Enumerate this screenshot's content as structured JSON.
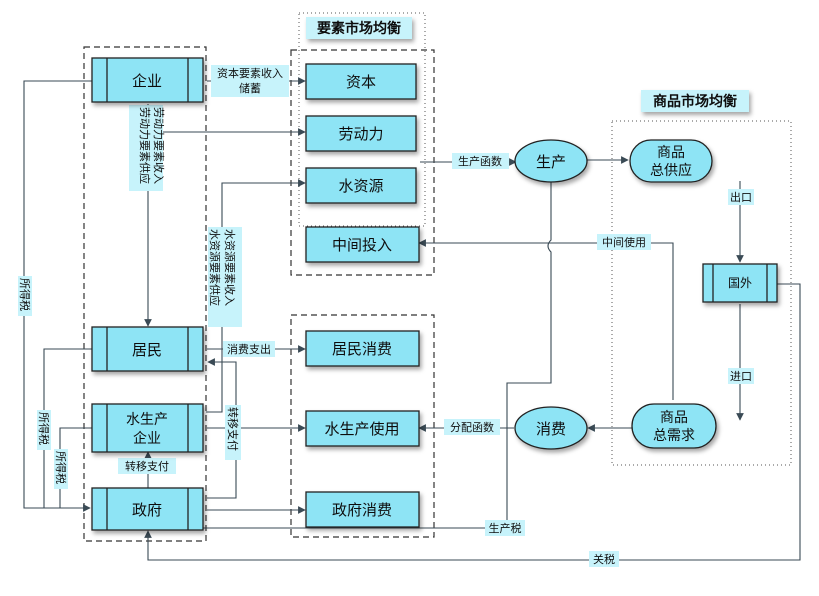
{
  "diagram": {
    "headers": {
      "factor_market": "要素市场均衡",
      "goods_market": "商品市场均衡"
    },
    "nodes": {
      "enterprise": "企业",
      "resident": "居民",
      "water_enterprise_line1": "水生产",
      "water_enterprise_line2": "企业",
      "government": "政府",
      "capital": "资本",
      "labor": "劳动力",
      "water_resource": "水资源",
      "intermediate_input": "中间投入",
      "resident_consumption": "居民消费",
      "water_production_use": "水生产使用",
      "government_consumption": "政府消费",
      "production": "生产",
      "consumption": "消费",
      "goods_supply_line1": "商品",
      "goods_supply_line2": "总供应",
      "goods_demand_line1": "商品",
      "goods_demand_line2": "总需求",
      "foreign": "国外"
    },
    "labels": {
      "capital_income": "资本要素收入",
      "savings": "储蓄",
      "labor_supply": "劳动力要素供应",
      "labor_income": "劳动力要素收入",
      "income_tax": "所得税",
      "water_factor_supply": "水资源要素供应",
      "water_factor_income": "水资源要素收入",
      "consumption_spending": "消费支出",
      "transfer_payment": "转移支付",
      "production_function": "生产函数",
      "intermediate_use": "中间使用",
      "export": "出口",
      "import": "进口",
      "distribution_function": "分配函数",
      "production_tax": "生产税",
      "tariff": "关税"
    }
  }
}
